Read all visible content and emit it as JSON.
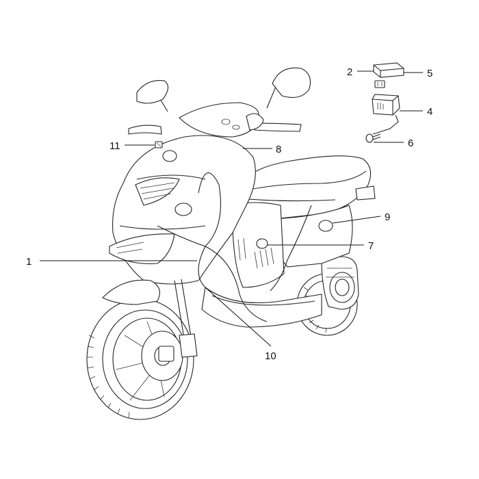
{
  "callouts": [
    {
      "id": "1",
      "label": "1"
    },
    {
      "id": "2",
      "label": "2"
    },
    {
      "id": "4",
      "label": "4"
    },
    {
      "id": "5",
      "label": "5"
    },
    {
      "id": "6",
      "label": "6"
    },
    {
      "id": "7",
      "label": "7"
    },
    {
      "id": "8",
      "label": "8"
    },
    {
      "id": "9",
      "label": "9"
    },
    {
      "id": "10",
      "label": "10"
    },
    {
      "id": "11",
      "label": "11"
    }
  ]
}
